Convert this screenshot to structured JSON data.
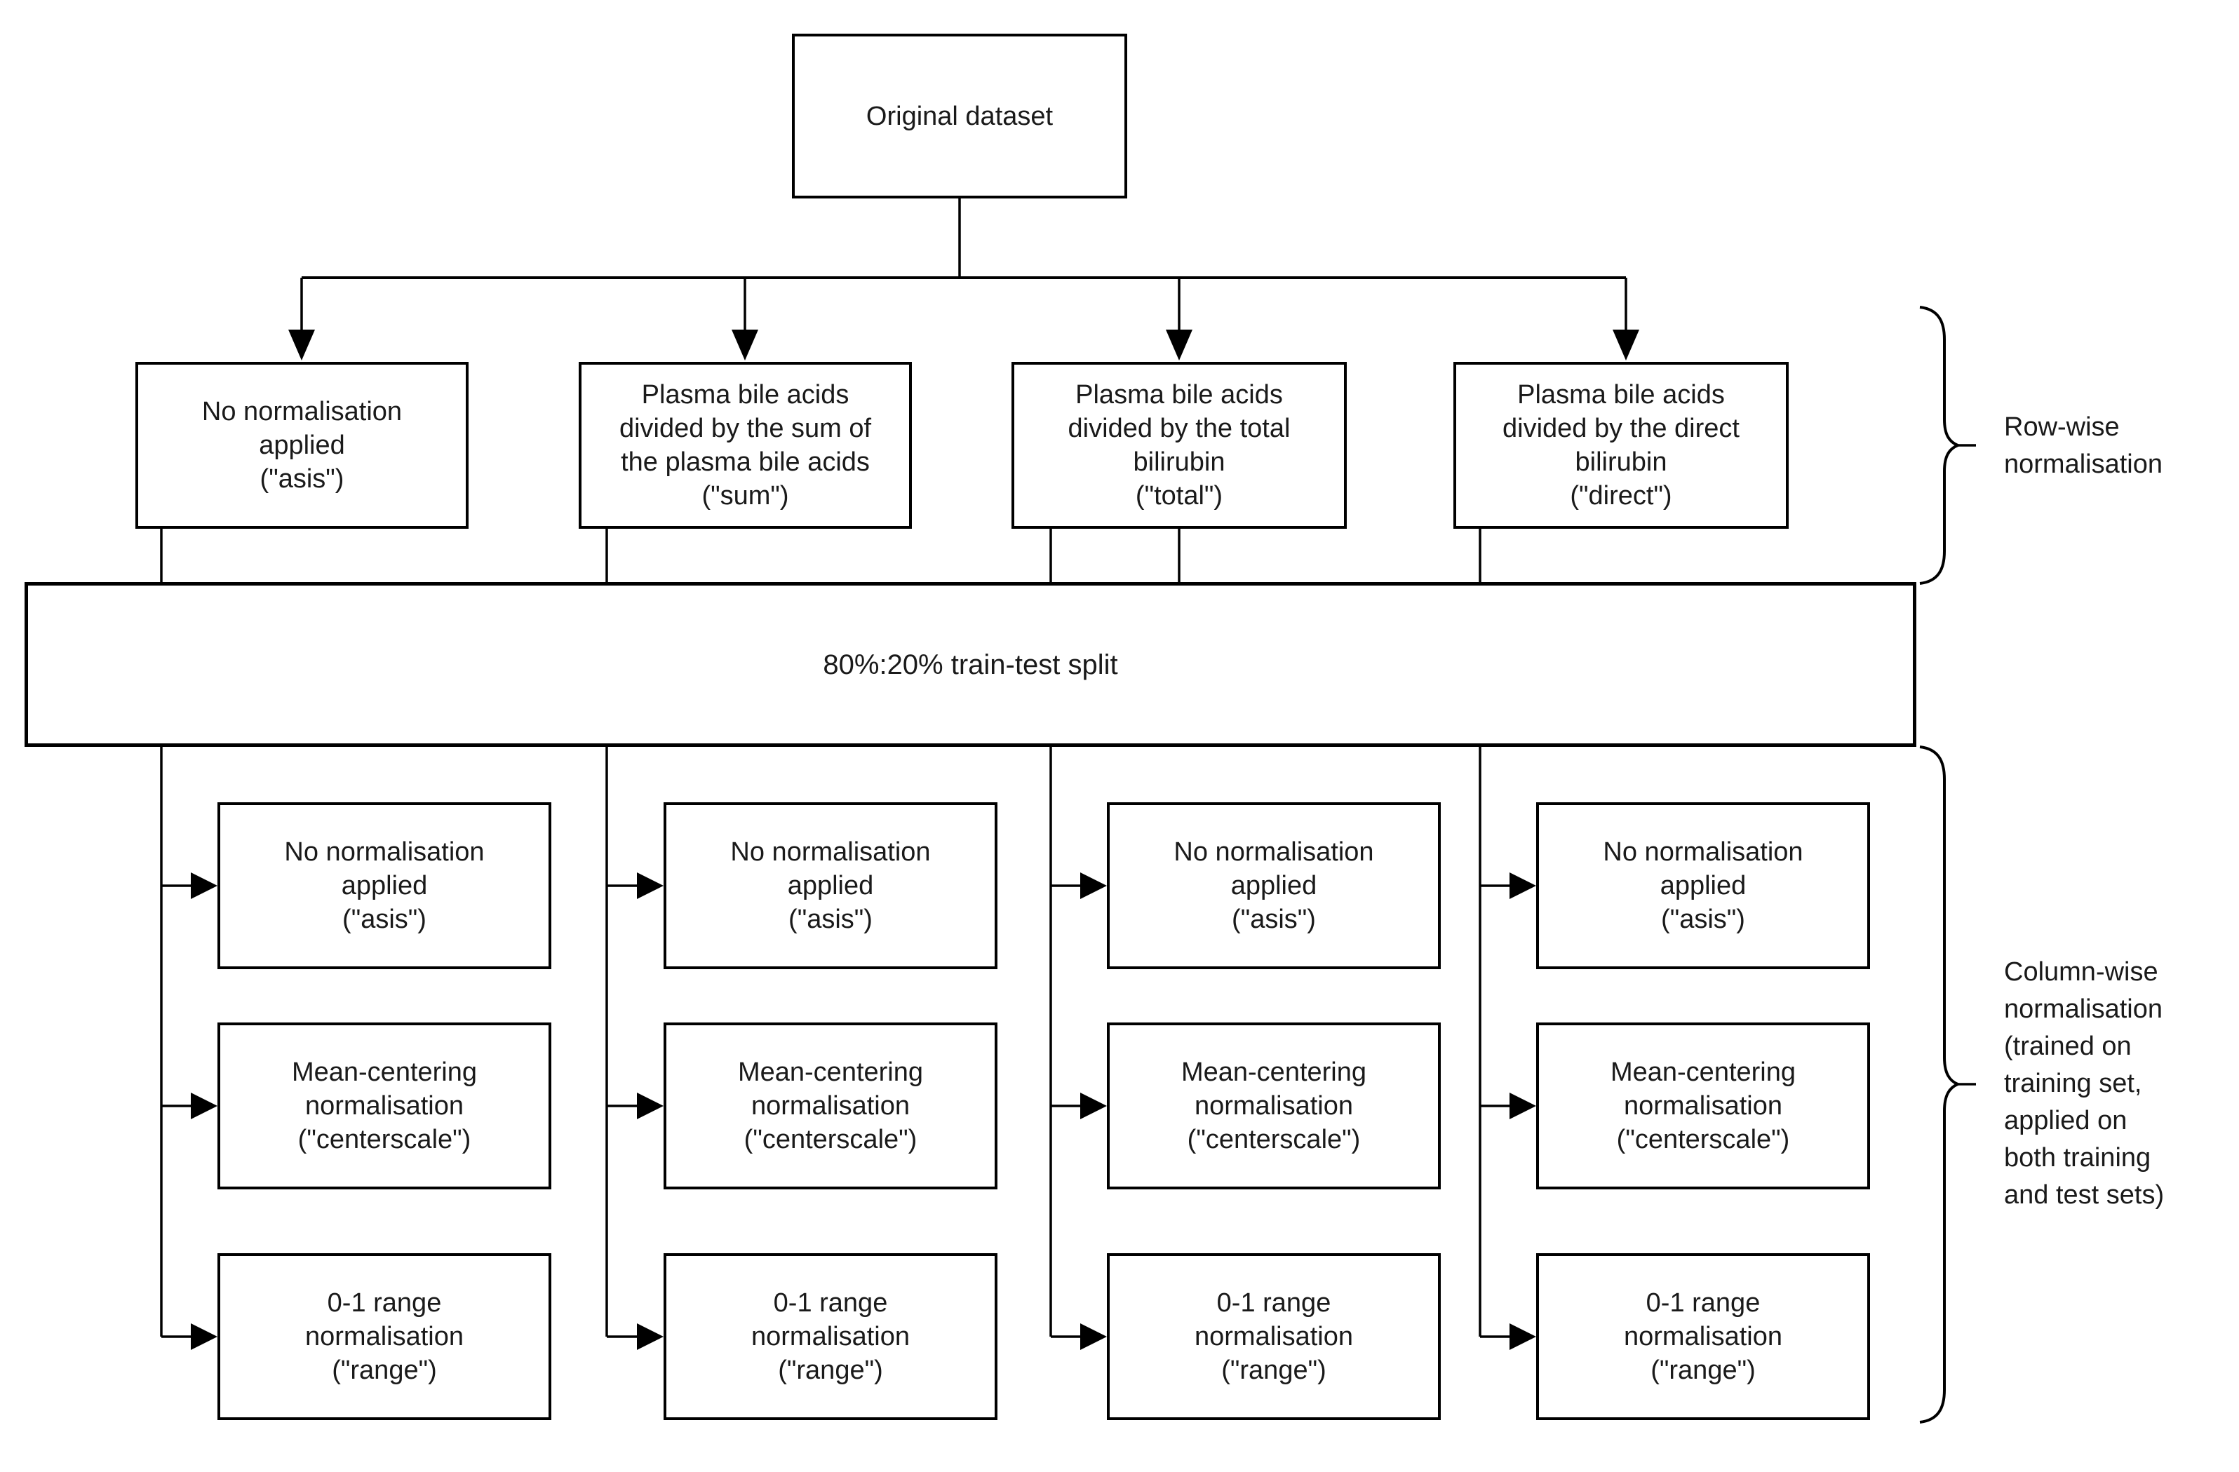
{
  "canvas": {
    "background_color": "#ffffff",
    "line_color": "#000000",
    "text_color": "#1a1a1a"
  },
  "root_box": {
    "label": "Original dataset"
  },
  "split_box": {
    "label": "80%:20% train-test split"
  },
  "row_wise": {
    "brace_label": "Row-wise\nnormalisation",
    "boxes": [
      {
        "label": "No normalisation\napplied\n(\"asis\")"
      },
      {
        "label": "Plasma bile acids\ndivided by the sum of\nthe plasma bile acids\n(\"sum\")"
      },
      {
        "label": "Plasma bile acids\ndivided by the total\nbilirubin\n(\"total\")"
      },
      {
        "label": "Plasma bile acids\ndivided by the direct\nbilirubin\n(\"direct\")"
      }
    ]
  },
  "column_wise": {
    "brace_label": "Column-wise\nnormalisation\n(trained on\ntraining set,\napplied on\nboth training\nand test sets)",
    "boxes": [
      {
        "label": "No normalisation\napplied\n(\"asis\")"
      },
      {
        "label": "Mean-centering\nnormalisation\n(\"centerscale\")"
      },
      {
        "label": "0-1 range\nnormalisation\n(\"range\")"
      }
    ]
  }
}
